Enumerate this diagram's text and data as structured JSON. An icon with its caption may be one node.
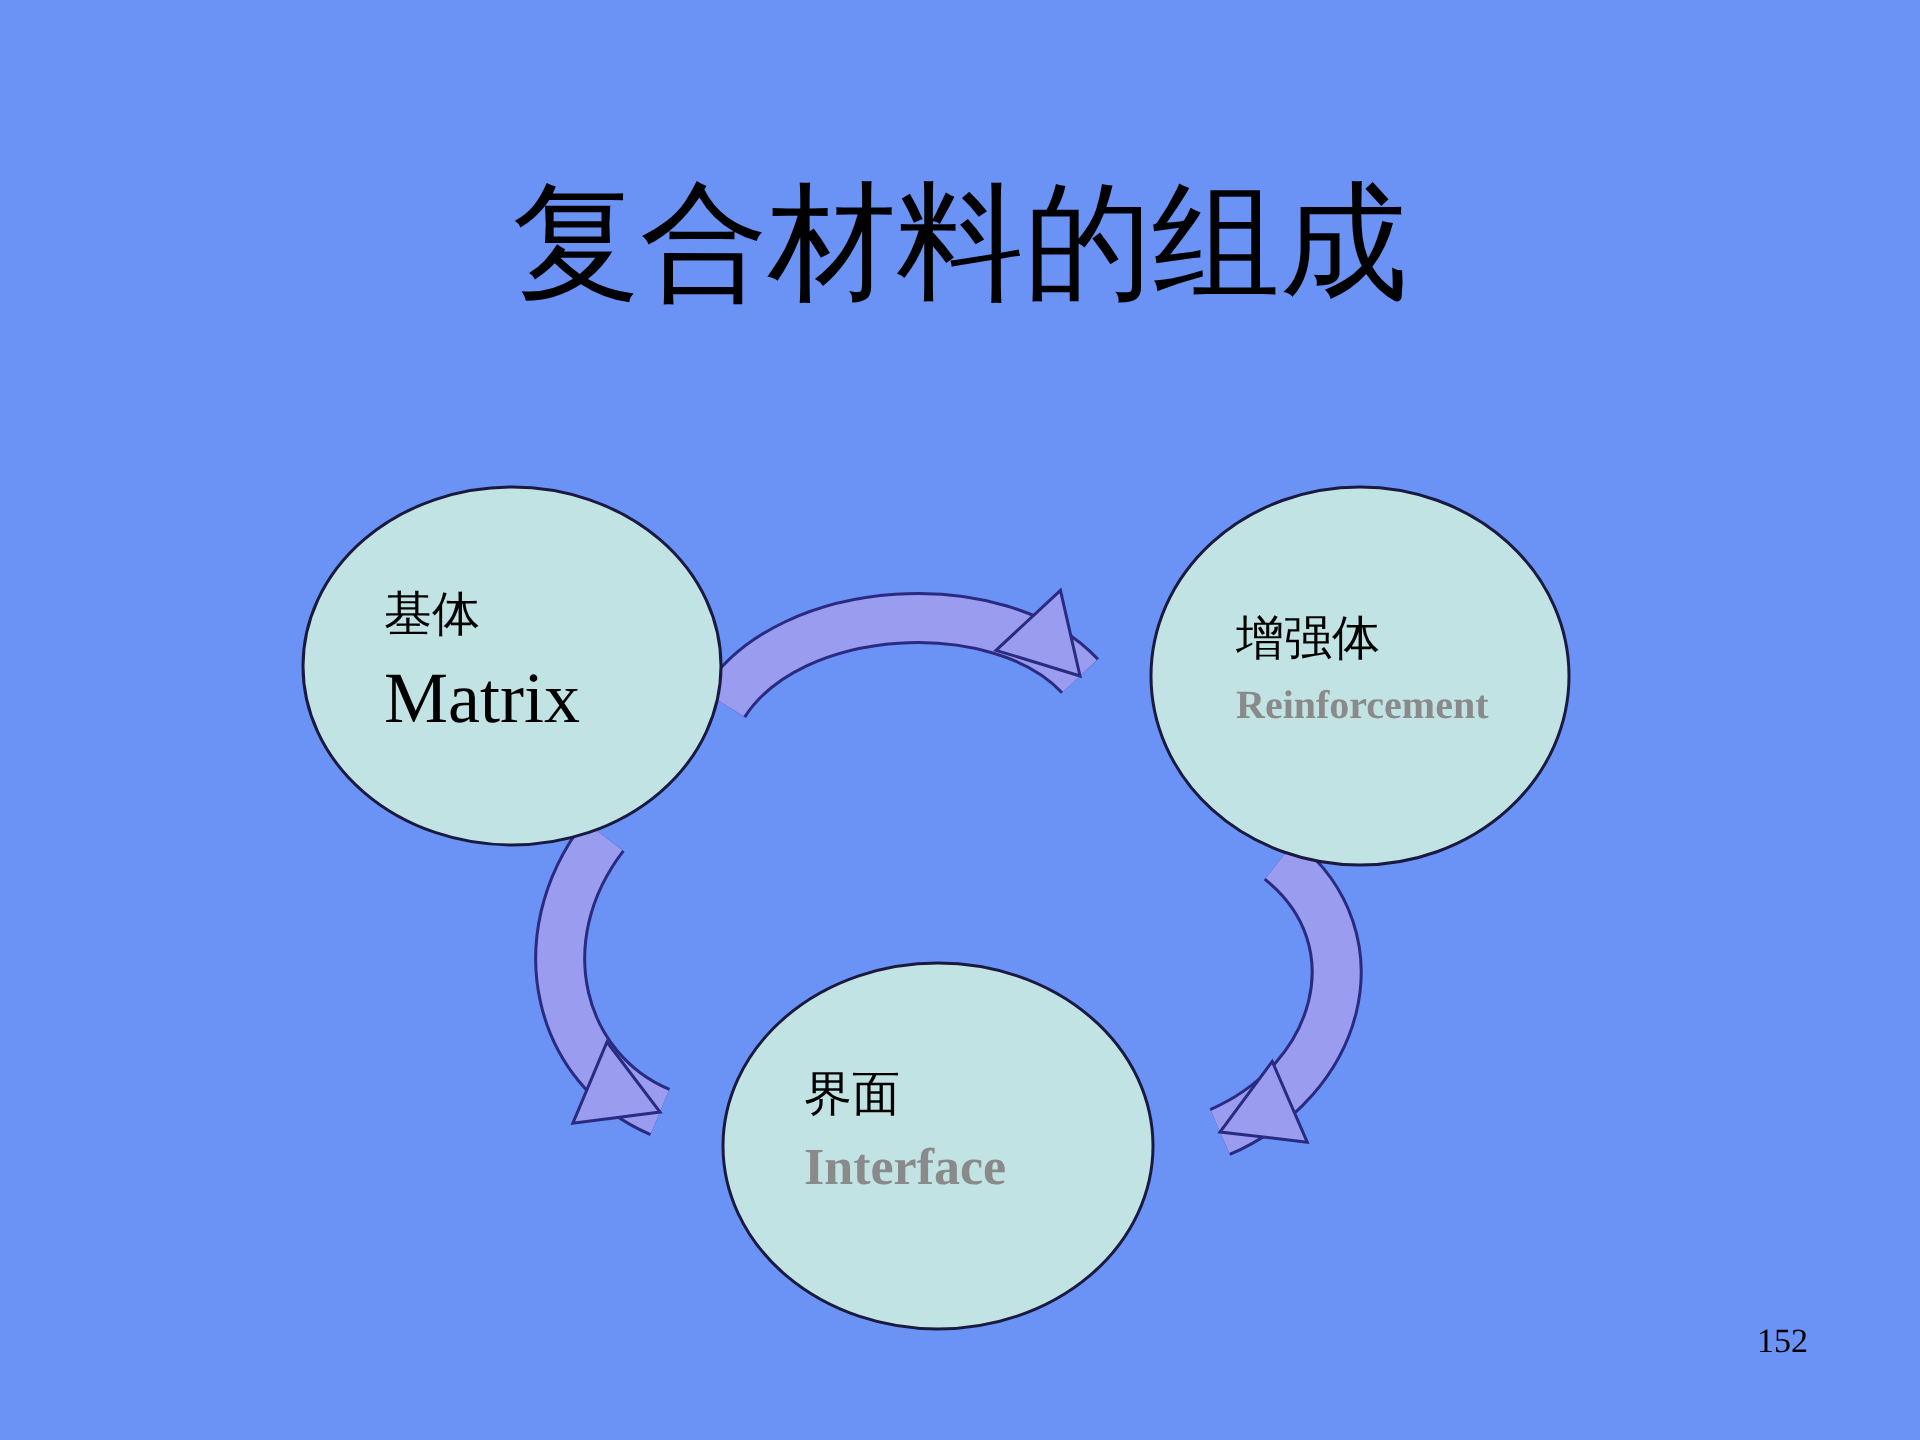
{
  "diagram": {
    "title": "复合材料的组成",
    "nodes": [
      {
        "text": [
          "基体",
          "Matrix"
        ]
      },
      {
        "text": [
          "增强体",
          "Reinforcement"
        ]
      },
      {
        "text": [
          "界面",
          "Interface"
        ]
      }
    ],
    "edges": [
      {
        "from": 0,
        "to": 1,
        "arrow": "to"
      },
      {
        "from": 0,
        "to": 2,
        "arrow": "to"
      },
      {
        "from": 1,
        "to": 2,
        "arrow": "to"
      }
    ],
    "labels": [
      "152"
    ]
  }
}
